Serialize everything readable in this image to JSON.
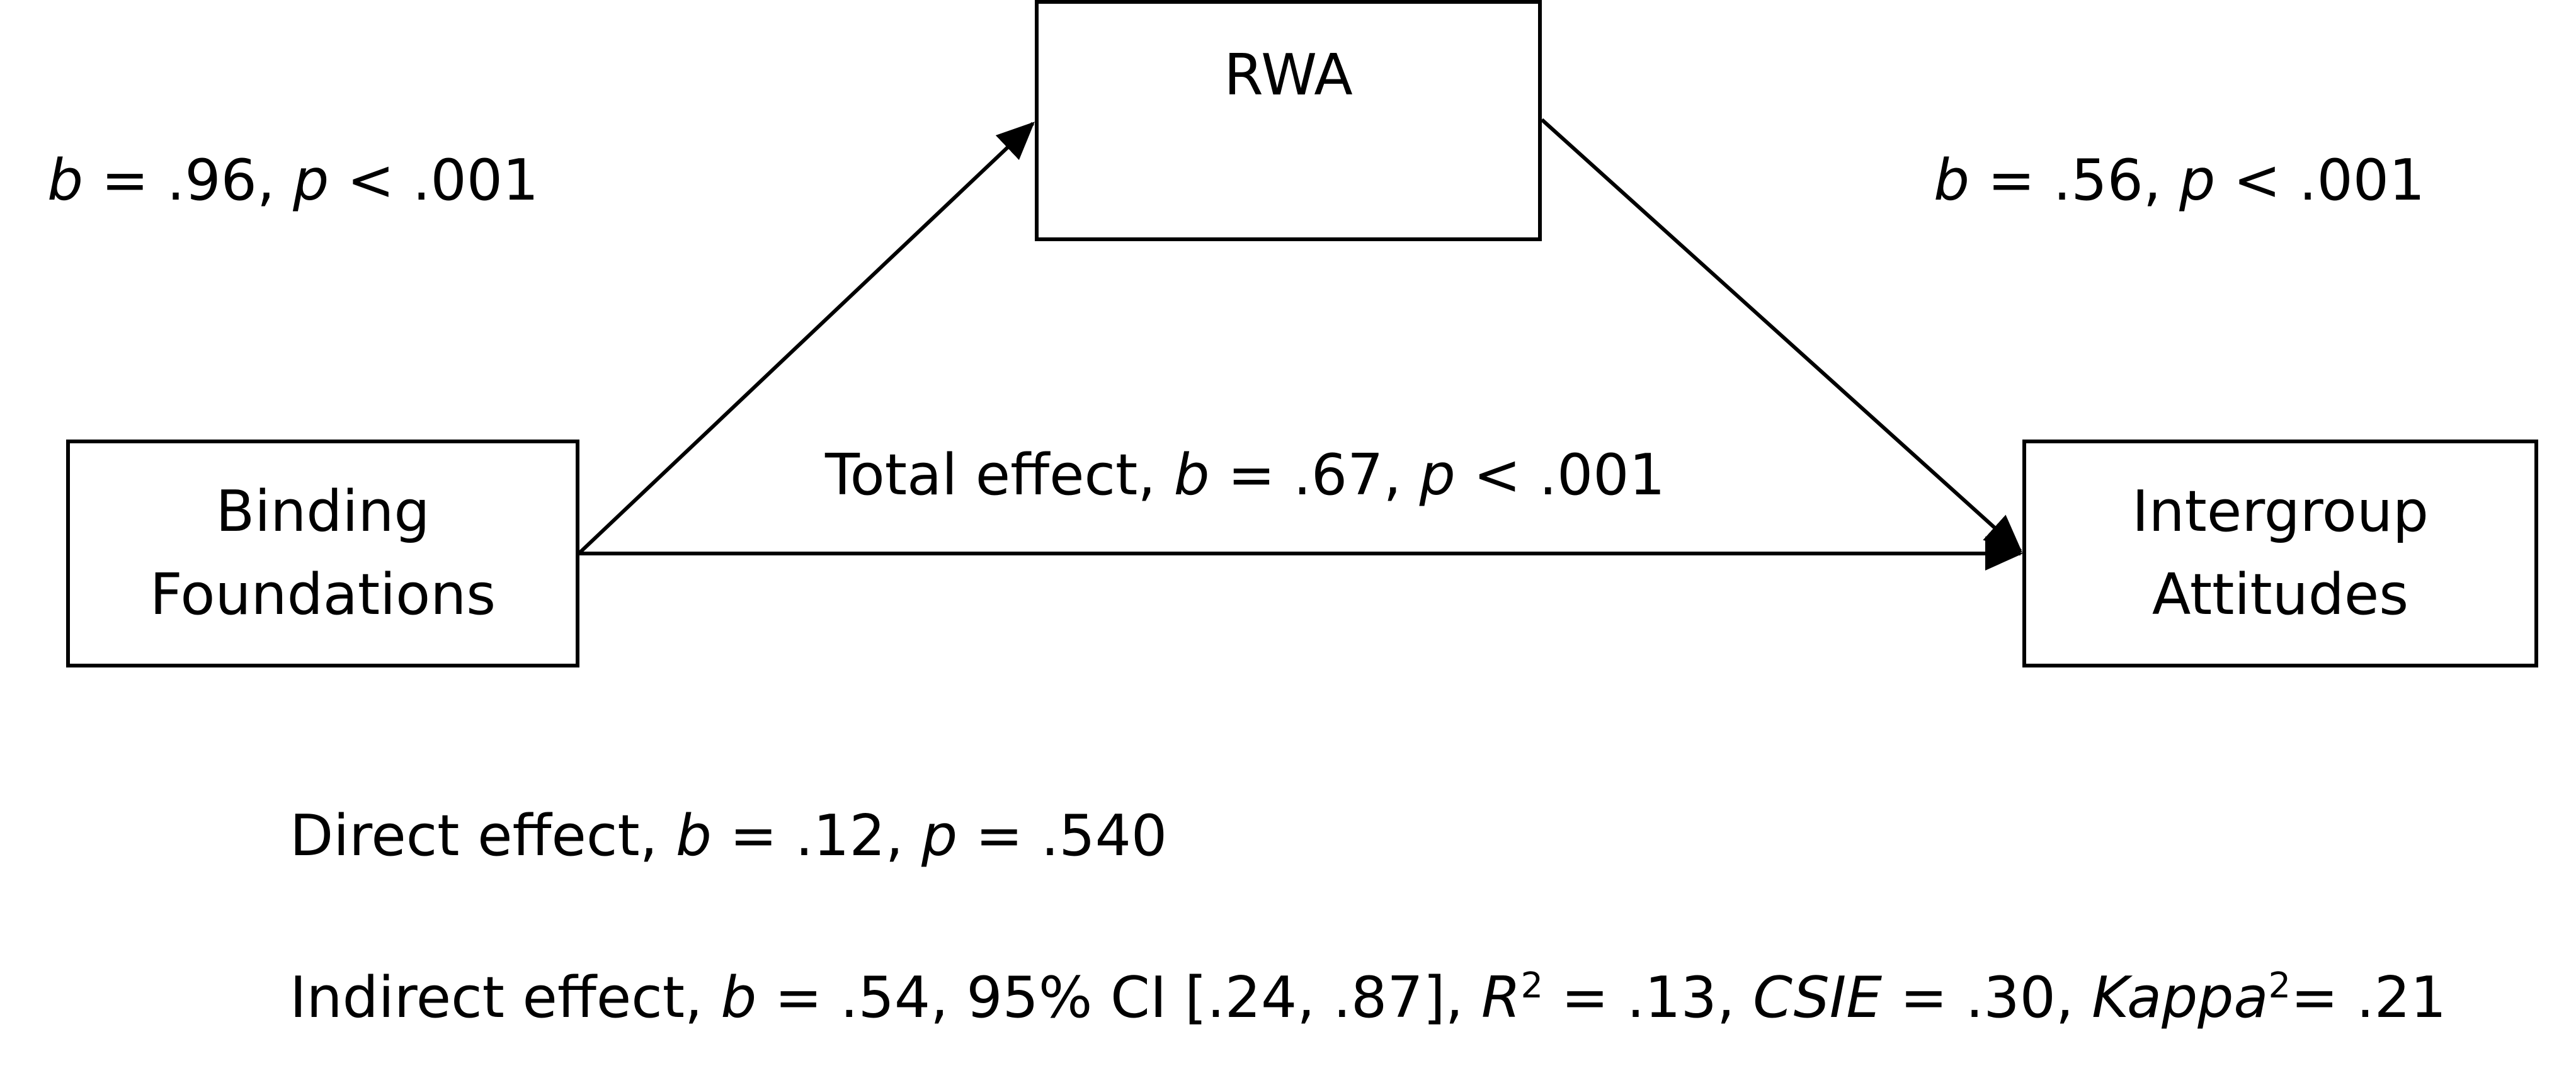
{
  "nodes": {
    "mediator": "RWA",
    "predictor_line1": "Binding",
    "predictor_line2": "Foundations",
    "outcome_line1": "Intergroup",
    "outcome_line2": "Attitudes"
  },
  "path_a": {
    "b_symbol": "b",
    "b_text": " = .96, ",
    "p_symbol": "p",
    "p_text": " < .001"
  },
  "path_b": {
    "b_symbol": "b",
    "b_text": " = .56, ",
    "p_symbol": "p",
    "p_text": " < .001"
  },
  "total_effect": {
    "label": "Total effect, ",
    "b_symbol": "b",
    "b_text": " = .67, ",
    "p_symbol": "p",
    "p_text": " < .001"
  },
  "direct_effect": {
    "label": "Direct effect, ",
    "b_symbol": "b",
    "b_text": " = .12, ",
    "p_symbol": "p",
    "p_text": " = .540"
  },
  "indirect_effect": {
    "label": "Indirect effect, ",
    "b_symbol": "b",
    "b_text": " = .54, 95% CI [.24, .87], ",
    "r_symbol": "R",
    "r_sup": "2",
    "r_text": " = .13, ",
    "csie_symbol": "CSIE",
    "csie_text": " = .30, ",
    "kappa_symbol": "Kappa",
    "kappa_sup": "2",
    "kappa_text": "= .21"
  }
}
